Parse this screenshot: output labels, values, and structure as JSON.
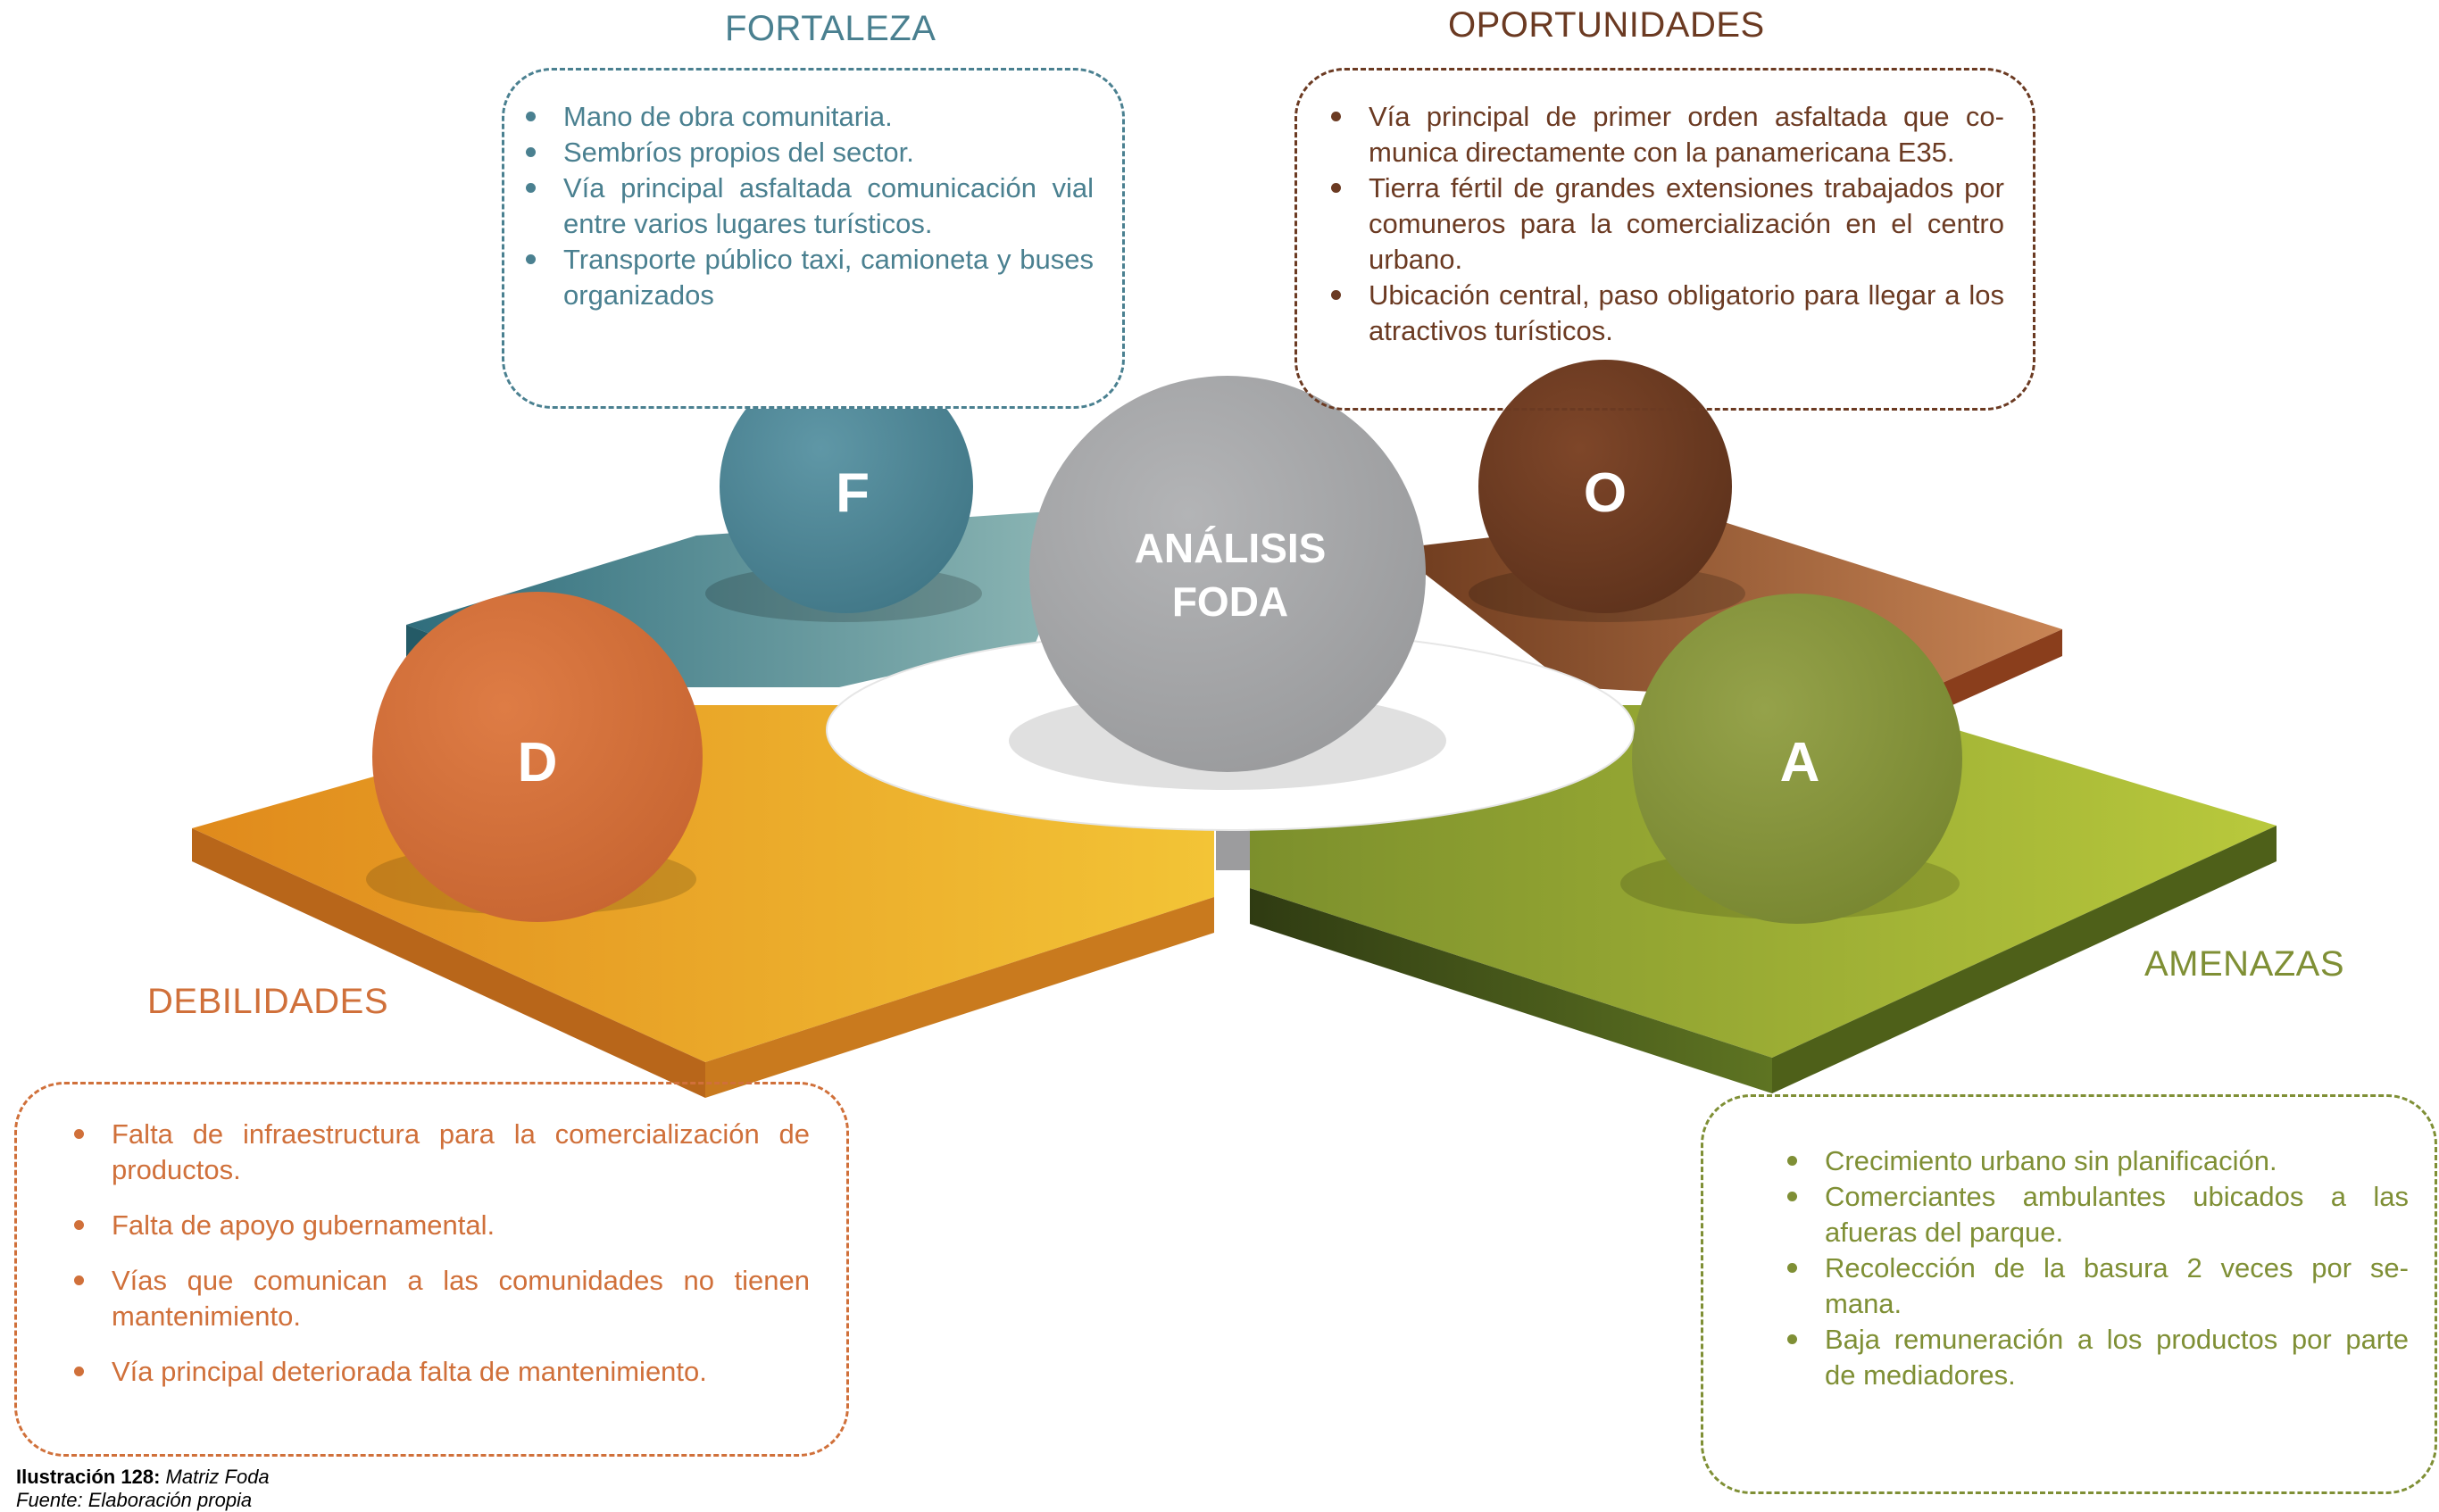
{
  "center": {
    "line1": "ANÁLISIS",
    "line2": "FODA"
  },
  "letters": {
    "f": "F",
    "o": "O",
    "d": "D",
    "a": "A"
  },
  "headings": {
    "fortaleza": "FORTALEZA",
    "oportunidades": "OPORTUNIDADES",
    "debilidades": "DEBILIDADES",
    "amenazas": "AMENAZAS"
  },
  "fortaleza_items": [
    "Mano de obra comunitaria.",
    "Sembríos propios del sector.",
    "Vía principal asfaltada comunicación vial entre varios lugares turísticos.",
    "Transporte público taxi, camioneta y buses organizados"
  ],
  "oportunidades_items": [
    "Vía principal de primer orden asfaltada que co-munica directamente con la panamericana E35.",
    "Tierra fértil de grandes extensiones trabajados por comuneros para la comercialización en el centro urbano.",
    "Ubicación central, paso obligatorio para llegar a los atractivos turísticos."
  ],
  "debilidades_items": [
    "Falta de infraestructura para la comercialización de productos.",
    "Falta de apoyo gubernamental.",
    "Vías que comunican a las comunidades no tienen mantenimiento.",
    "Vía principal deteriorada falta de mantenimiento."
  ],
  "amenazas_items": [
    "Crecimiento urbano sin planificación.",
    "Comerciantes ambulantes ubicados a las afueras del parque.",
    "Recolección de la basura 2 veces por se-mana.",
    "Baja remuneración a los productos por parte de mediadores."
  ],
  "caption": {
    "label": "Ilustración 128:",
    "title": "Matriz Foda"
  },
  "source": "Fuente: Elaboración propia",
  "colors": {
    "fortaleza": "#4a8090",
    "oportunidades": "#6b3a22",
    "debilidades": "#d0703a",
    "amenazas": "#7f8f35",
    "center": "#a2a3a5"
  }
}
